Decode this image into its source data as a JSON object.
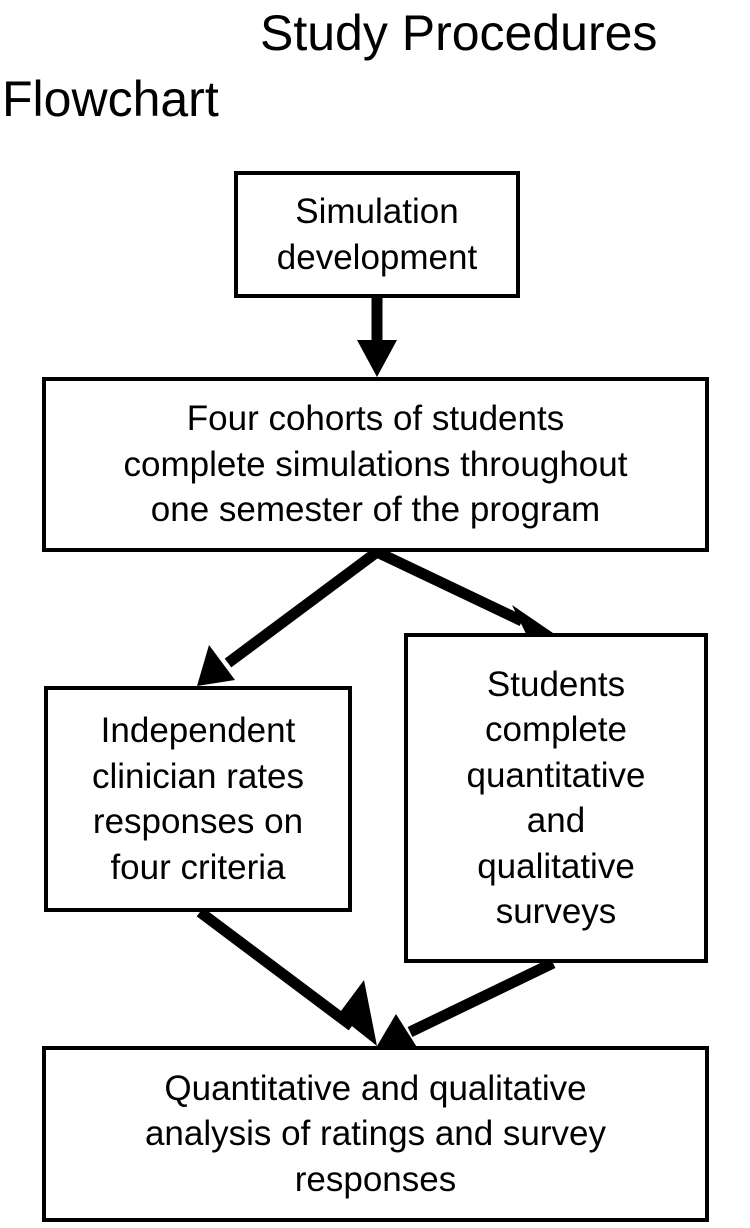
{
  "title": {
    "line1": "Study Procedures",
    "line2": "Flowchart"
  },
  "nodes": {
    "simulation_development": "Simulation\ndevelopment",
    "four_cohorts": "Four cohorts of students\ncomplete simulations throughout\none semester of the program",
    "independent_clinician": "Independent\nclinician rates\nresponses on\nfour criteria",
    "students_complete": "Students\ncomplete\nquantitative\nand\nqualitative\nsurveys",
    "quantitative_analysis": "Quantitative and qualitative\nanalysis of ratings and survey\nresponses"
  },
  "edges": [
    {
      "from": "simulation_development",
      "to": "four_cohorts"
    },
    {
      "from": "four_cohorts",
      "to": "independent_clinician"
    },
    {
      "from": "four_cohorts",
      "to": "students_complete"
    },
    {
      "from": "independent_clinician",
      "to": "quantitative_analysis"
    },
    {
      "from": "students_complete",
      "to": "quantitative_analysis"
    }
  ],
  "colors": {
    "line": "#000000",
    "background": "#ffffff"
  }
}
